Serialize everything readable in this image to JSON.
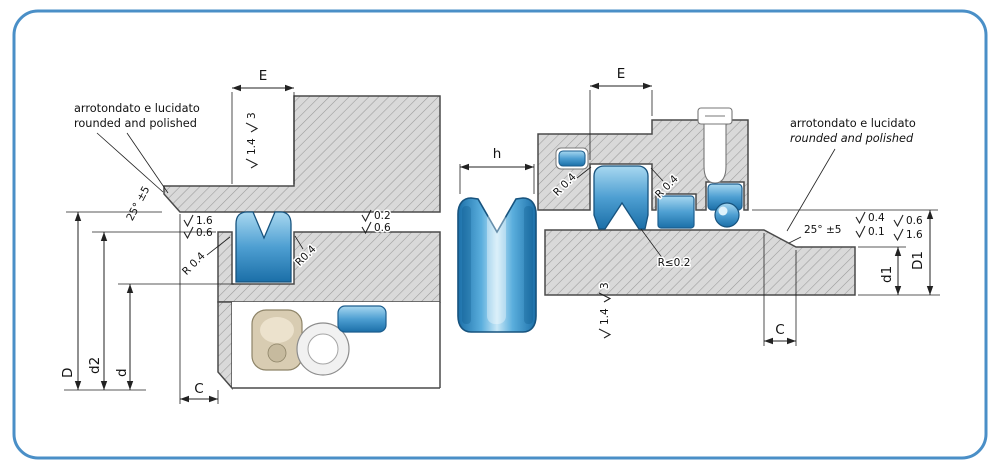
{
  "colors": {
    "frame": "#4a8fc7",
    "seal_dark": "#1b6fa8",
    "seal_light": "#a8d8f0",
    "hatch_fill": "#d9d9d9",
    "hatch_line": "#9a9a9a"
  },
  "left": {
    "note_line1": "arrotondato e lucidato",
    "note_line2": "rounded and polished",
    "chamfer_angle": "25° ±5",
    "dim_E": "E",
    "dim_C": "C",
    "dim_D": "D",
    "dim_d2": "d2",
    "dim_d": "d",
    "surface_side_1": "1.4",
    "surface_side_2": "3",
    "surface_bore_1": "1.6",
    "surface_bore_2": "0.6",
    "surface_groove_1": "0.2",
    "surface_groove_2": "0.6",
    "radius_groove_left": "R 0.4",
    "radius_groove_right": "R0.4"
  },
  "seal_profile": {
    "dim_h": "h"
  },
  "right": {
    "note_line1": "arrotondato e lucidato",
    "note_line2": "rounded and polished",
    "chamfer_angle": "25° ±5",
    "dim_E": "E",
    "dim_C": "C",
    "dim_d1": "d1",
    "dim_D1": "D1",
    "radius_groove_left": "R 0.4",
    "radius_groove_right": "R 0.4",
    "radius_seal_lip": "R≤0.2",
    "surface_rod_a1": "0.4",
    "surface_rod_a2": "0.1",
    "surface_rod_b1": "0.6",
    "surface_rod_b2": "1.6",
    "surface_side_1": "1.4",
    "surface_side_2": "3"
  }
}
